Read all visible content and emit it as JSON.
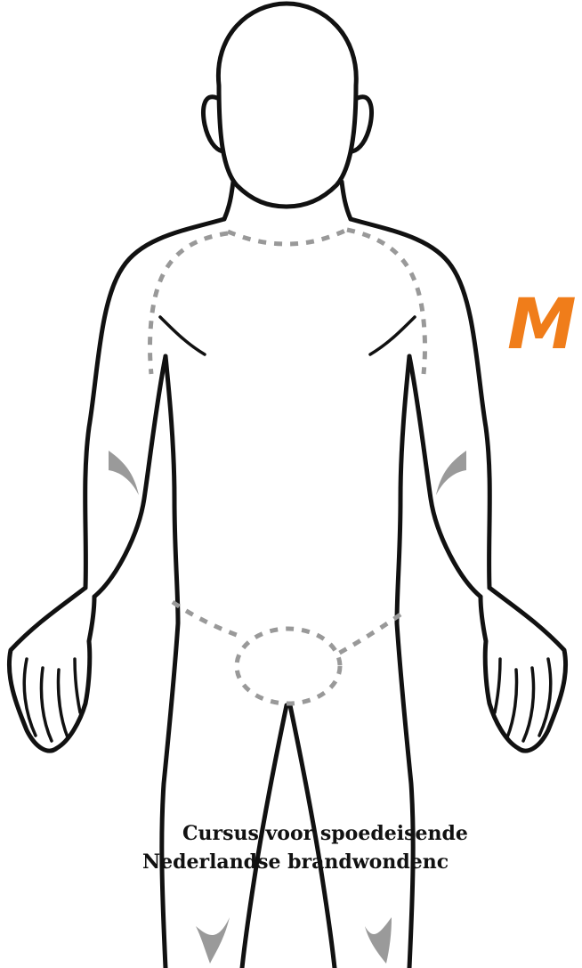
{
  "colors": {
    "title_accent": "#f07d1a",
    "outline": "#111111",
    "region_marker": "#999999",
    "shading": "#9a9a9a",
    "background": "#ffffff"
  },
  "title": {
    "visible_text": "M"
  },
  "caption": {
    "line_1": "Cursus voor spoedeisende",
    "line_2": "Nederlandse brandwondenc"
  }
}
